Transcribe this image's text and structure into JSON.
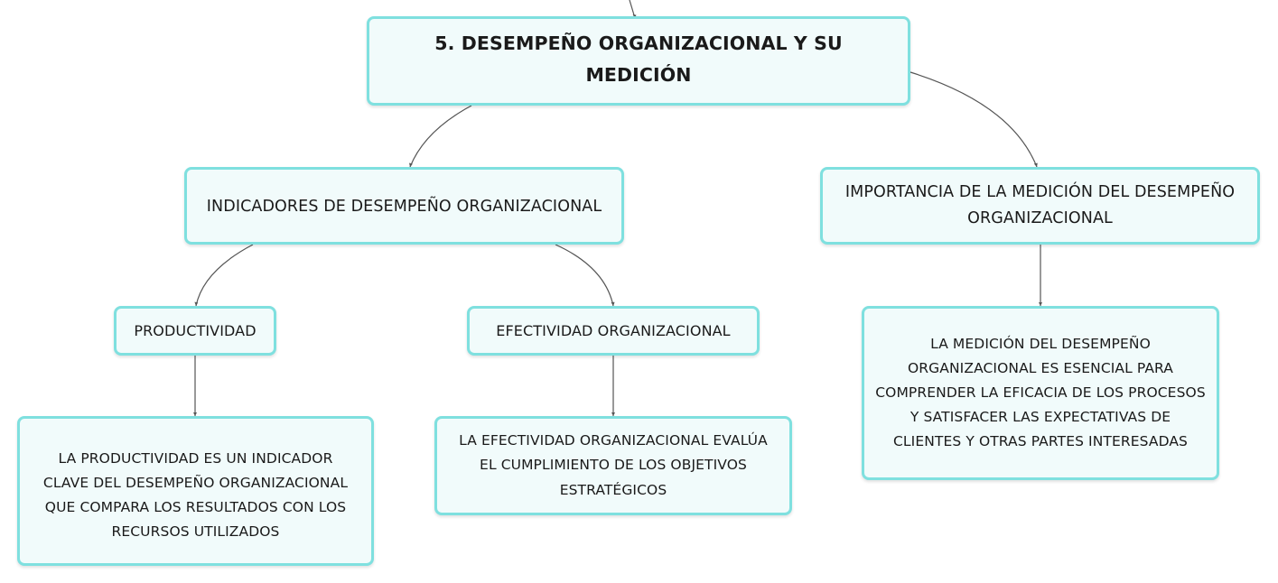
{
  "mind_map": {
    "root": {
      "title": "5. DESEMPEÑO ORGANIZACIONAL Y SU MEDICIÓN"
    },
    "branches": [
      {
        "title": "INDICADORES DE DESEMPEÑO ORGANIZACIONAL",
        "children": [
          {
            "title": "PRODUCTIVIDAD",
            "detail": "LA PRODUCTIVIDAD ES UN INDICADOR CLAVE DEL DESEMPEÑO ORGANIZACIONAL QUE COMPARA LOS RESULTADOS CON LOS RECURSOS UTILIZADOS"
          },
          {
            "title": "EFECTIVIDAD ORGANIZACIONAL",
            "detail": "LA EFECTIVIDAD ORGANIZACIONAL EVALÚA EL CUMPLIMIENTO DE LOS OBJETIVOS ESTRATÉGICOS"
          }
        ]
      },
      {
        "title": "IMPORTANCIA DE LA MEDICIÓN DEL DESEMPEÑO ORGANIZACIONAL",
        "detail": "LA MEDICIÓN DEL DESEMPEÑO ORGANIZACIONAL ES ESENCIAL PARA COMPRENDER LA EFICACIA DE LOS PROCESOS Y SATISFACER LAS EXPECTATIVAS DE CLIENTES Y OTRAS PARTES INTERESADAS"
      }
    ]
  },
  "colors": {
    "node_border": "#7fe0df",
    "node_fill": "#f1fbfb",
    "connector": "#555555"
  }
}
